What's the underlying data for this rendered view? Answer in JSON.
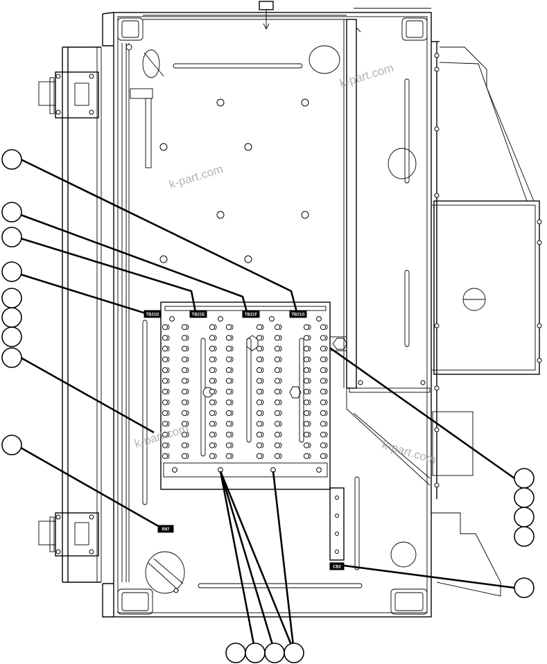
{
  "labels": {
    "tb_left": "TB21D",
    "tb_1": "TB21E",
    "tb_2": "TB21F",
    "tb_3": "TB21G",
    "relay": "R97",
    "breaker": "CB2"
  },
  "watermarks": [
    "k-part.com",
    "k-part.com",
    "k-part.com",
    "k-part.com"
  ],
  "colors": {
    "line": "#000000",
    "background": "#ffffff",
    "watermark": "#9a9a9a"
  }
}
